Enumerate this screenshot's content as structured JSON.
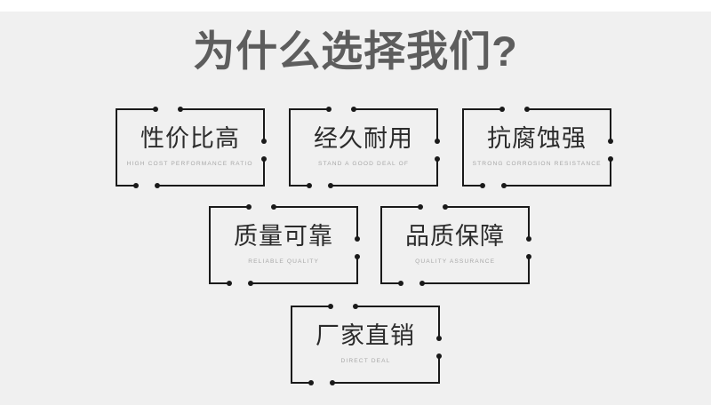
{
  "page": {
    "background_color": "#f0f0f0",
    "top_strip_color": "#ffffff",
    "title": "为什么选择我们?",
    "title_color": "#5d5d5d",
    "accent_color": "#1a1a1a",
    "subtitle_color": "#a8a8a8"
  },
  "features": [
    {
      "title": "性价比高",
      "subtitle": "HIGH COST PERFORMANCE RATIO",
      "row": 1,
      "index": 1
    },
    {
      "title": "经久耐用",
      "subtitle": "STAND A GOOD DEAL OF",
      "row": 1,
      "index": 2
    },
    {
      "title": "抗腐蚀强",
      "subtitle": "STRONG CORROSION RESISTANCE",
      "row": 1,
      "index": 3
    },
    {
      "title": "质量可靠",
      "subtitle": "RELIABLE QUALITY",
      "row": 2,
      "index": 4
    },
    {
      "title": "品质保障",
      "subtitle": "QUALITY ASSURANCE",
      "row": 2,
      "index": 5
    },
    {
      "title": "厂家直销",
      "subtitle": "DIRECT DEAL",
      "row": 3,
      "index": 6
    }
  ]
}
